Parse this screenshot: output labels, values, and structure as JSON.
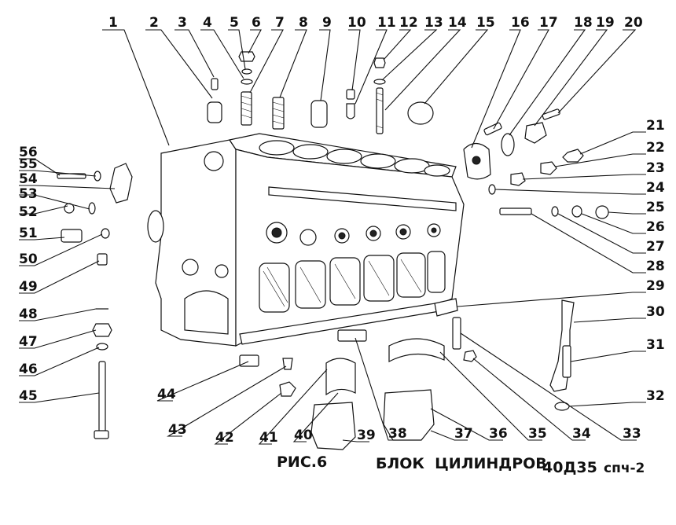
{
  "figure": {
    "caption_fig": "РИС.6",
    "caption_title": "БЛОК  ЦИЛИНДРОВ",
    "caption_model": "40Д35",
    "caption_suffix": "спч-2"
  },
  "callouts": [
    "1",
    "2",
    "3",
    "4",
    "5",
    "6",
    "7",
    "8",
    "9",
    "10",
    "11",
    "12",
    "13",
    "14",
    "15",
    "16",
    "17",
    "18",
    "19",
    "20",
    "21",
    "22",
    "23",
    "24",
    "25",
    "26",
    "27",
    "28",
    "29",
    "30",
    "31",
    "32",
    "33",
    "34",
    "35",
    "36",
    "37",
    "38",
    "39",
    "40",
    "41",
    "42",
    "43",
    "44",
    "45",
    "46",
    "47",
    "48",
    "49",
    "50",
    "51",
    "52",
    "53",
    "54",
    "55",
    "56"
  ]
}
